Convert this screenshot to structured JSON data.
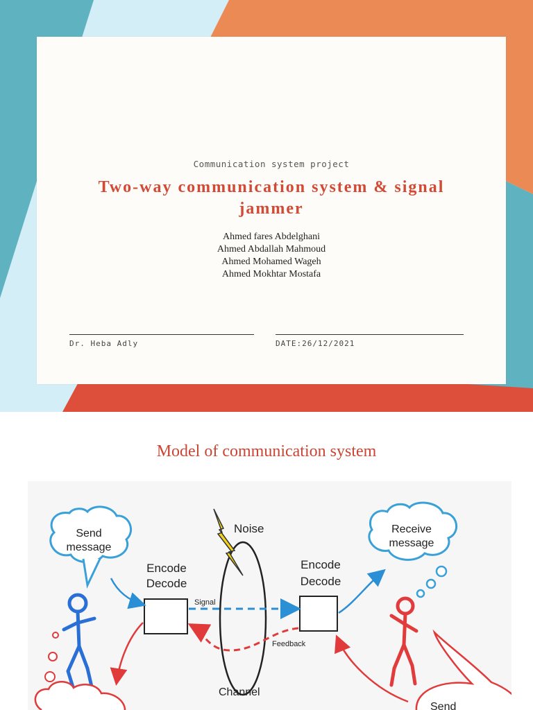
{
  "cover": {
    "subtitle": "Communication system project",
    "title": "Two-way communication system & signal jammer",
    "authors": [
      "Ahmed fares Abdelghani",
      "Ahmed Abdallah Mahmoud",
      "Ahmed Mohamed Wageh",
      "Ahmed Mokhtar Mostafa"
    ],
    "supervisor": "Dr. Heba Adly",
    "date": "DATE:26/12/2021",
    "colors": {
      "teal": "#5fb3c1",
      "light_blue": "#d3eef7",
      "orange": "#ec8a56",
      "red": "#dd4f3b",
      "title": "#d24a36"
    }
  },
  "section": {
    "title": "Model of communication system"
  },
  "diagram": {
    "send_bubble": [
      "Send",
      "message"
    ],
    "receive_bubble": [
      "Receive",
      "message"
    ],
    "encode_left": [
      "Encode",
      "Decode"
    ],
    "encode_right": [
      "Encode",
      "Decode"
    ],
    "noise": "Noise",
    "signal": "Signal",
    "feedback": "Feedback",
    "channel": "Channel",
    "send_bottom": "Send",
    "colors": {
      "bubble": "#3aa0d8",
      "arrow_blue": "#2b8fd6",
      "arrow_red": "#e03a3a",
      "figure_blue": "#2a6fd6",
      "figure_red": "#e23b3b",
      "lightning": "#f2d21c"
    }
  }
}
